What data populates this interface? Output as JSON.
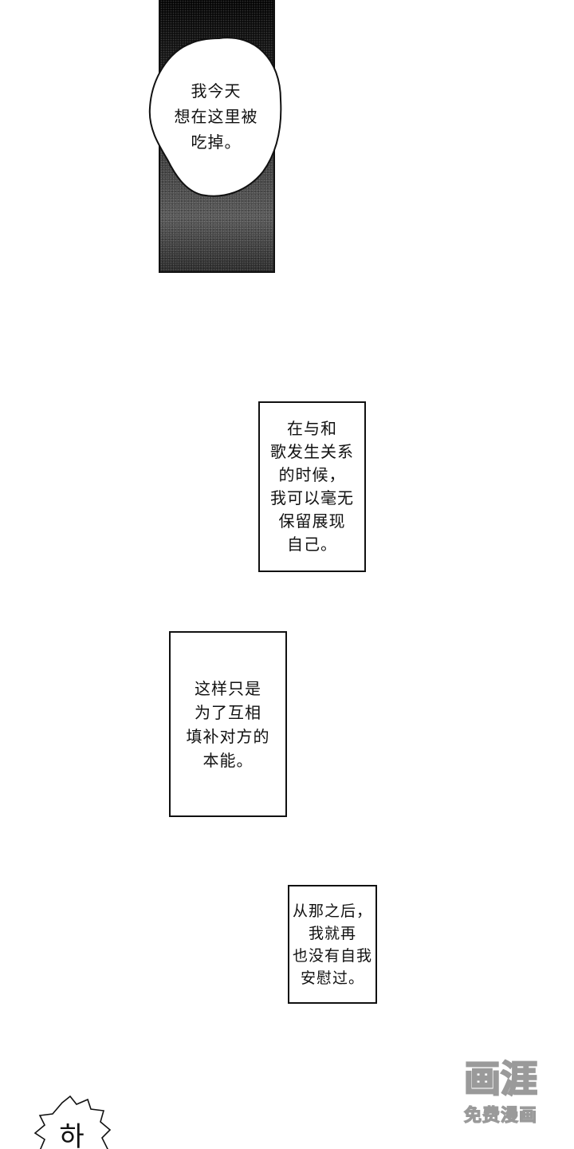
{
  "panel_top": {
    "speech_lines": [
      "我今天",
      "想在这里被",
      "吃掉。"
    ]
  },
  "captions": [
    {
      "lines": [
        "在与和",
        "歌发生关系",
        "的时候，",
        "我可以毫无",
        "保留展现",
        "自己。"
      ]
    },
    {
      "lines": [
        "这样只是",
        "为了互相",
        "填补对方的",
        "本能。"
      ]
    },
    {
      "lines": [
        "从那之后，",
        "我就再",
        "也没有自我",
        "安慰过。"
      ]
    }
  ],
  "watermark": {
    "logo": "画涯",
    "subtitle": "免费漫画"
  },
  "sfx": {
    "text": "하"
  },
  "colors": {
    "ink": "#111111",
    "paper": "#ffffff",
    "watermark_gray": "#9a9a9a"
  }
}
